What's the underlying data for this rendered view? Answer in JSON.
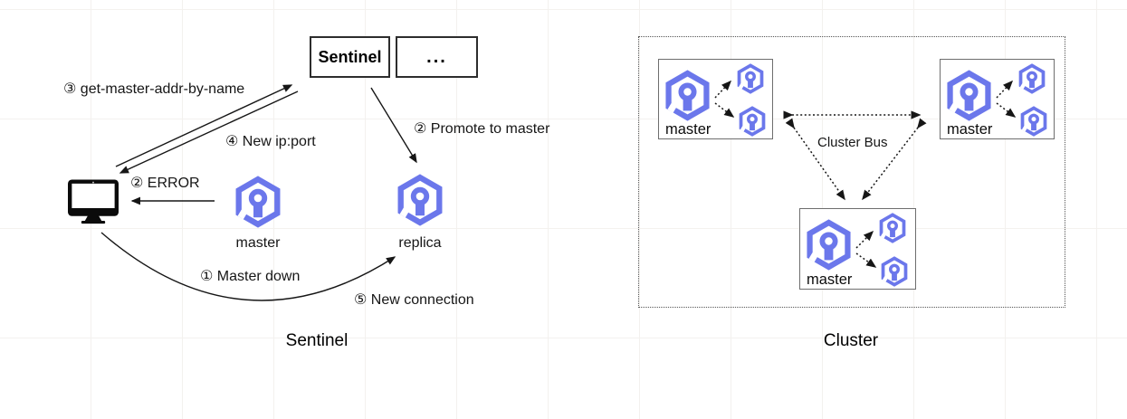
{
  "colors": {
    "redis_icon": "#6B77EB",
    "line": "#161616"
  },
  "sentinel": {
    "caption": "Sentinel",
    "sentinel_box": "Sentinel",
    "more_box": "...",
    "labels": {
      "step3": "③ get-master-addr-by-name",
      "step4": "④ New ip:port",
      "step2_promote": "② Promote to master",
      "step2_error": "② ERROR",
      "step1": "① Master down",
      "step5": "⑤ New connection"
    },
    "master": "master",
    "replica": "replica"
  },
  "cluster": {
    "caption": "Cluster",
    "bus": "Cluster Bus",
    "nodes": [
      {
        "label": "master"
      },
      {
        "label": "master"
      },
      {
        "label": "master"
      }
    ]
  }
}
